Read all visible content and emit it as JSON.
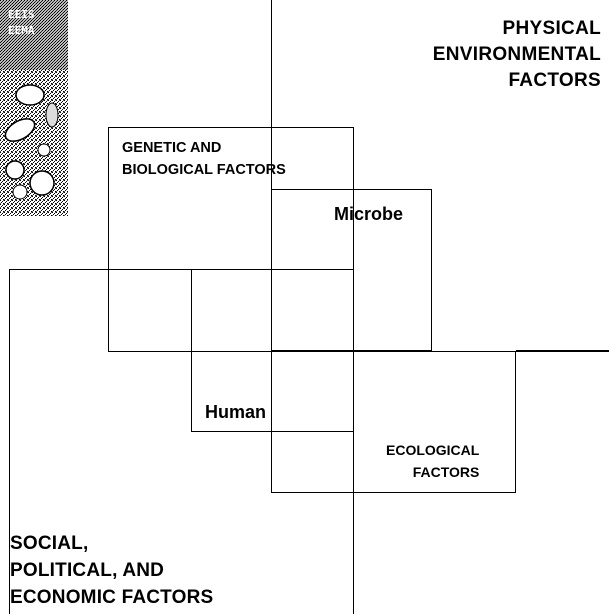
{
  "diagram": {
    "labels": {
      "physical": [
        "PHYSICAL",
        "ENVIRONMENTAL",
        "FACTORS"
      ],
      "genetic": [
        "GENETIC AND",
        "BIOLOGICAL FACTORS"
      ],
      "microbe": "Microbe",
      "human": "Human",
      "ecological": [
        "ECOLOGICAL",
        "FACTORS"
      ],
      "social": [
        "SOCIAL,",
        "POLITICAL, AND",
        "ECONOMIC FACTORS"
      ]
    },
    "colors": {
      "line": "#000000",
      "text": "#000000",
      "background": "#ffffff"
    }
  },
  "corner_image": {
    "icon": "microscopy-image-fragment"
  }
}
